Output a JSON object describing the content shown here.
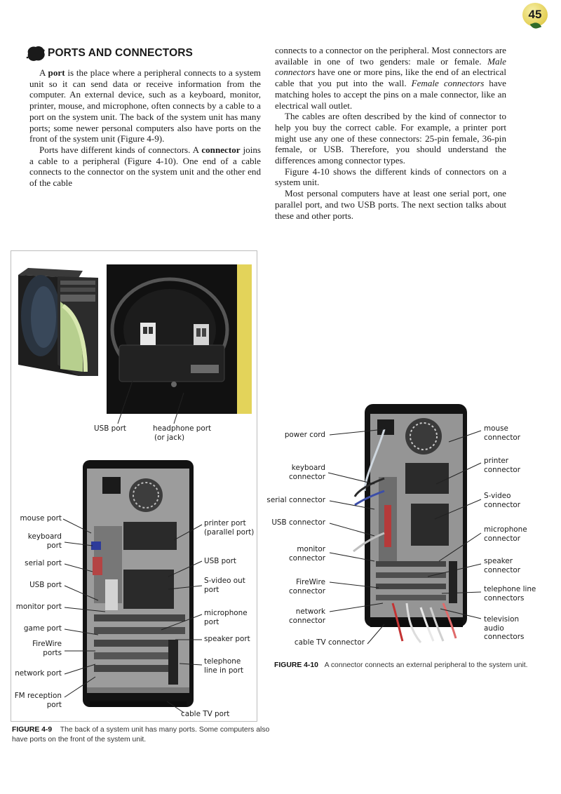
{
  "page_number": "45",
  "heading": "PORTS AND CONNECTORS",
  "left_column": [
    [
      "A ",
      {
        "b": "port"
      },
      " is the place where a peripheral connects to a system unit so it can send data or receive information from the computer. An external device, such as a keyboard, monitor, printer, mouse, and microphone, often connects by a cable to a port on the system unit. The back of the system unit has many ports; some newer personal computers also have ports on the front of the system unit (Figure 4-9)."
    ],
    [
      "Ports have different kinds of connectors. A ",
      {
        "b": "connector"
      },
      " joins a cable to a peripheral (Figure 4-10). One end of a cable connects to the connector on the system unit and the other end of the cable"
    ]
  ],
  "right_column": [
    {
      "noindent": true,
      "parts": [
        "connects to a connector on the peripheral. Most connectors are available in one of two genders: male or female. ",
        {
          "i": "Male connectors"
        },
        " have one or more pins, like the end of an electrical cable that you put into the wall. ",
        {
          "i": "Female connectors"
        },
        " have matching holes to accept the pins on a male connector, like an electrical wall outlet."
      ]
    },
    {
      "parts": [
        "The cables are often described by the kind of connector to help you buy the correct cable. For example, a printer port might use any one of these connectors: 25-pin female, 36-pin female, or USB. Therefore, you should understand the differences among connector types."
      ]
    },
    {
      "parts": [
        "Figure 4-10 shows the different kinds of connectors on a system unit."
      ]
    },
    {
      "parts": [
        "Most personal computers have at least one serial port, one parallel port, and two USB ports. The next section talks about these and other ports."
      ]
    }
  ],
  "figure_4_9": {
    "top_labels": {
      "usb": "USB port",
      "headphone_1": "headphone port",
      "headphone_2": "(or jack)"
    },
    "left_labels": [
      [
        "mouse port"
      ],
      [
        "keyboard",
        "port"
      ],
      [
        "serial port"
      ],
      [
        "USB port"
      ],
      [
        "monitor port"
      ],
      [
        "game port"
      ],
      [
        "FireWire",
        "ports"
      ],
      [
        "network port"
      ],
      [
        "FM reception",
        "port"
      ]
    ],
    "right_labels": [
      [
        "printer port",
        "(parallel port)"
      ],
      [
        "USB port"
      ],
      [
        "S-video out",
        "port"
      ],
      [
        "microphone",
        "port"
      ],
      [
        "speaker port"
      ],
      [
        "telephone",
        "line in port"
      ],
      [
        "cable TV port"
      ]
    ],
    "caption_label": "FIGURE 4-9",
    "caption_text": "The back of a system unit has many ports. Some computers also have ports on the front of the system unit."
  },
  "figure_4_10": {
    "left_labels": [
      [
        "power cord"
      ],
      [
        "keyboard",
        "connector"
      ],
      [
        "serial connector"
      ],
      [
        "USB connector"
      ],
      [
        "monitor",
        "connector"
      ],
      [
        "FireWire",
        "connector"
      ],
      [
        "network",
        "connector"
      ],
      [
        "cable TV connector"
      ]
    ],
    "right_labels": [
      [
        "mouse",
        "connector"
      ],
      [
        "printer",
        "connector"
      ],
      [
        "S-video",
        "connector"
      ],
      [
        "microphone",
        "connector"
      ],
      [
        "speaker",
        "connector"
      ],
      [
        "telephone line",
        "connectors"
      ],
      [
        "television",
        "audio",
        "connectors"
      ]
    ],
    "caption_label": "FIGURE 4-10",
    "caption_text": "A connector connects an external peripheral to the system unit."
  }
}
